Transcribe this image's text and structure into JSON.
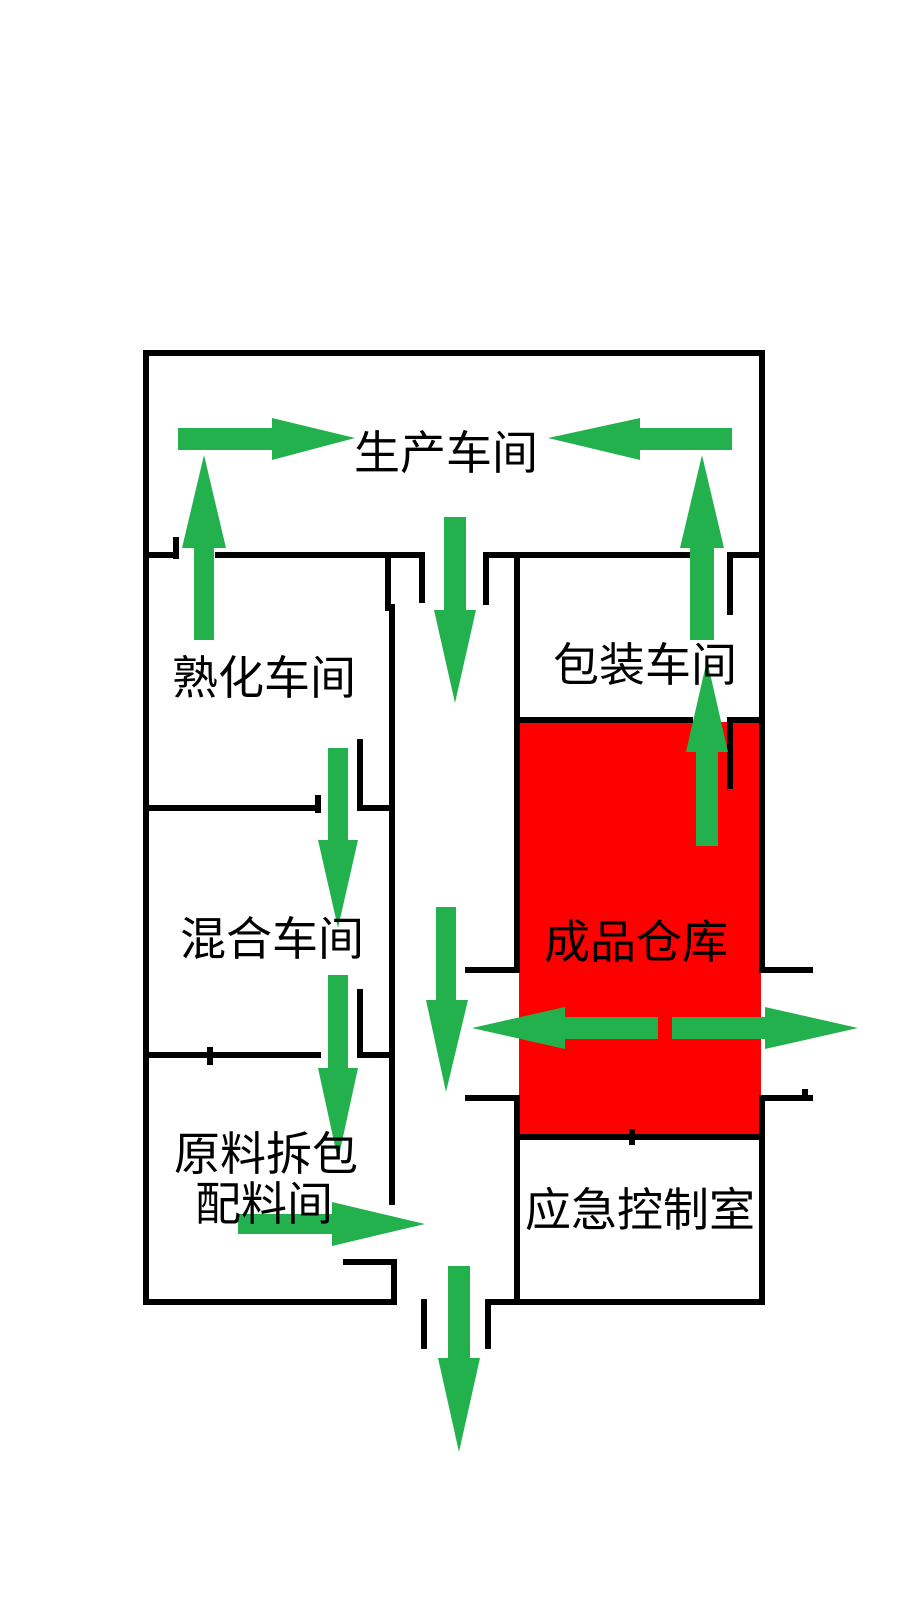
{
  "colors": {
    "walls": "#000000",
    "arrows": "#22b14c",
    "highlight": "#ff0000",
    "background": "#ffffff"
  },
  "rooms": {
    "production": "生产车间",
    "curing": "熟化车间",
    "packing": "包装车间",
    "warehouse": "成品仓库",
    "mixing": "混合车间",
    "raw_material_line1": "原料拆包",
    "raw_material_line2": "配料间",
    "emergency_control": "应急控制室"
  },
  "highlighted_room": "成品仓库",
  "icons": {
    "evacuation_arrow": "arrow-icon"
  }
}
